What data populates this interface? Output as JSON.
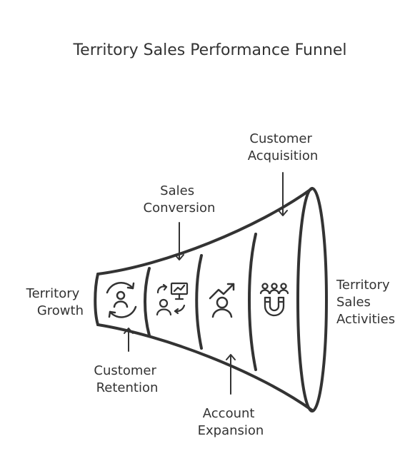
{
  "title": "Territory Sales Performance Funnel",
  "labels": {
    "territory_growth": [
      "Territory",
      "Growth"
    ],
    "customer_retention": [
      "Customer",
      "Retention"
    ],
    "sales_conversion": [
      "Sales",
      "Conversion"
    ],
    "account_expansion": [
      "Account",
      "Expansion"
    ],
    "customer_acquisition": [
      "Customer",
      "Acquisition"
    ],
    "territory_sales_activities": [
      "Territory",
      "Sales",
      "Activities"
    ]
  },
  "icons": {
    "stage_1": "cycle-person-icon",
    "stage_2": "conversion-presentation-icon",
    "stage_3": "growth-person-icon",
    "stage_4": "magnet-people-icon"
  },
  "colors": {
    "ink": "#333333",
    "background": "#ffffff"
  }
}
